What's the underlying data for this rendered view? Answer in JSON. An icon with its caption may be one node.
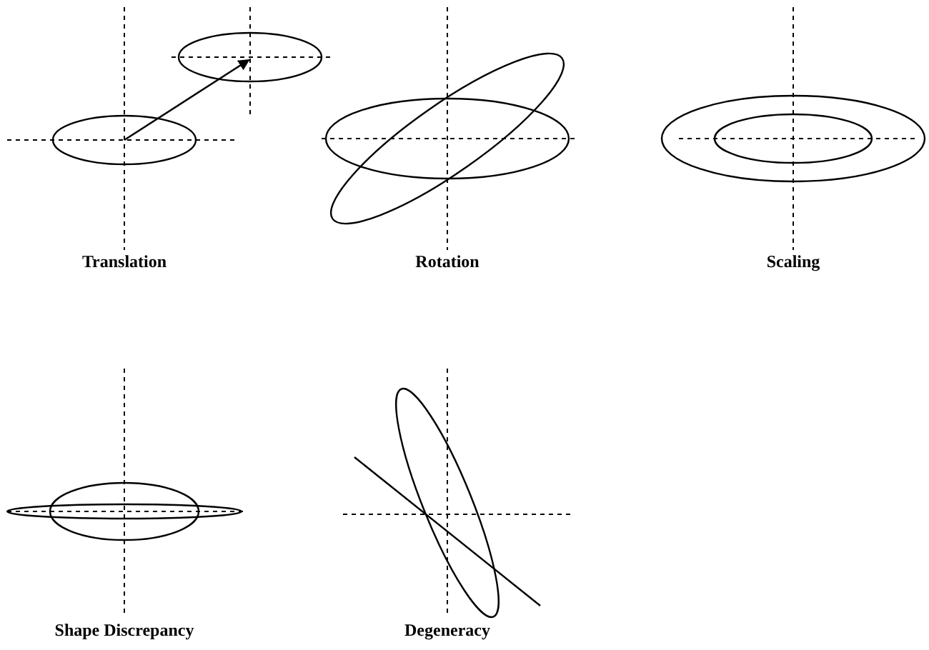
{
  "diagram": {
    "labels": [
      "Translation",
      "Rotation",
      "Scaling",
      "Shape Discrepancy",
      "Degeneracy"
    ]
  }
}
